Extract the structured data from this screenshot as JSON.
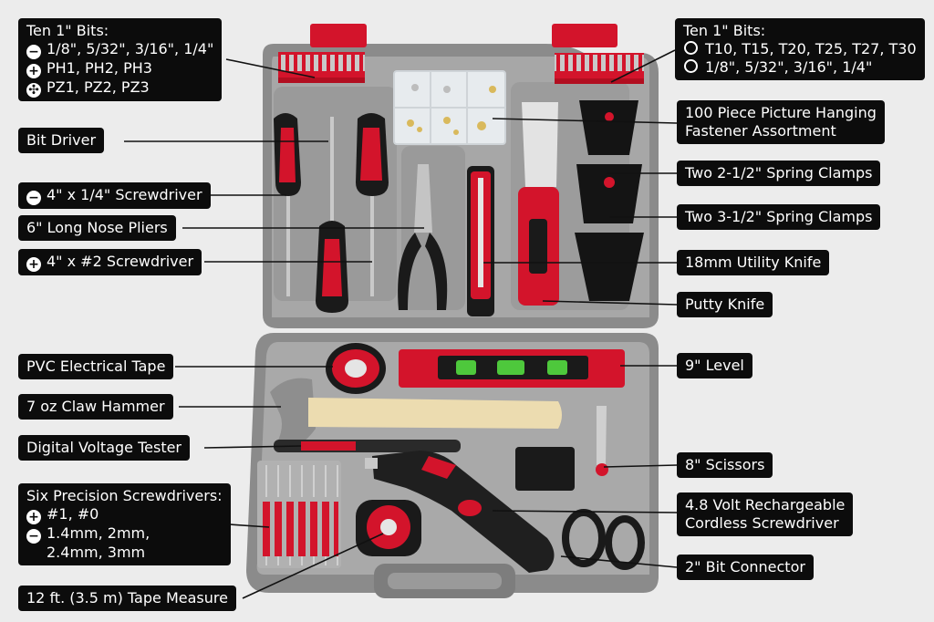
{
  "labels": {
    "ten_bits_left": {
      "title": "Ten 1\" Bits:",
      "slot": "1/8\", 5/32\", 3/16\", 1/4\"",
      "phillips": "PH1, PH2, PH3",
      "pozi": "PZ1, PZ2, PZ3"
    },
    "ten_bits_right": {
      "title": "Ten 1\" Bits:",
      "torx": "T10, T15, T20, T25, T27, T30",
      "hex": "1/8\", 5/32\", 3/16\", 1/4\""
    },
    "bit_driver": "Bit Driver",
    "slot_screwdriver": "4\" x 1/4\" Screwdriver",
    "pliers": "6\" Long Nose Pliers",
    "phillips_screwdriver": "4\" x #2 Screwdriver",
    "picture_hanging": [
      "100 Piece Picture Hanging",
      "Fastener Assortment"
    ],
    "spring_clamps_small": "Two 2-1/2\" Spring Clamps",
    "spring_clamps_large": "Two 3-1/2\" Spring Clamps",
    "utility_knife": "18mm Utility Knife",
    "putty_knife": "Putty Knife",
    "electrical_tape": "PVC Electrical Tape",
    "level": "9\" Level",
    "claw_hammer": "7 oz Claw Hammer",
    "voltage_tester": "Digital Voltage Tester",
    "scissors": "8\" Scissors",
    "precision_screwdrivers": {
      "title": "Six Precision Screwdrivers:",
      "phillips": "#1, #0",
      "slot_line1": "1.4mm, 2mm,",
      "slot_line2": "2.4mm, 3mm"
    },
    "cordless_screwdriver": [
      "4.8 Volt Rechargeable",
      "Cordless Screwdriver"
    ],
    "bit_connector": "2\" Bit Connector",
    "tape_measure": "12 ft. (3.5 m) Tape Measure"
  },
  "colors": {
    "case_gray": "#8b8b8b",
    "case_inner": "#a7a7a7",
    "accent_red": "#d3142b",
    "black": "#111111",
    "handle_wood": "#ecdcb0",
    "label_bg": "#0c0c0c"
  }
}
